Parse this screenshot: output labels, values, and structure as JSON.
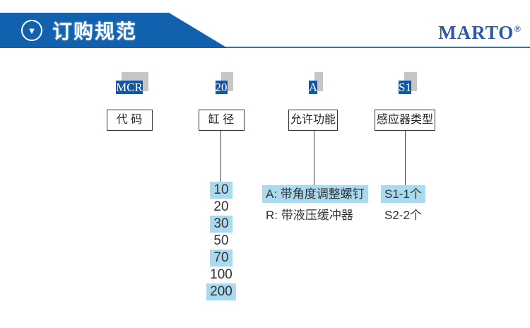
{
  "header": {
    "title": "订购规范",
    "icon": "circle-triangle-down-icon",
    "banner_color": "#1161ae",
    "underline_color": "#2e73ba",
    "brand": "MARTO",
    "brand_reg_mark": "®",
    "brand_color": "#2b5aa7"
  },
  "diagram": {
    "code_box_color": "#1256a4",
    "code_box_shadow_color": "#c6c6c6",
    "highlight_color": "#a9daf0",
    "columns": [
      {
        "code": "MCR",
        "label": "代 码",
        "options": []
      },
      {
        "code": "20",
        "label": "缸 径",
        "options": [
          {
            "label": "10",
            "highlighted": true
          },
          {
            "label": "20",
            "highlighted": false
          },
          {
            "label": "30",
            "highlighted": true
          },
          {
            "label": "50",
            "highlighted": false
          },
          {
            "label": "70",
            "highlighted": true
          },
          {
            "label": "100",
            "highlighted": false
          },
          {
            "label": "200",
            "highlighted": true
          }
        ]
      },
      {
        "code": "A",
        "label": "允许功能",
        "options": [
          {
            "label": "A: 带角度调整螺钉",
            "highlighted": true
          },
          {
            "label": "R: 带液压缓冲器",
            "highlighted": false
          }
        ]
      },
      {
        "code": "S1",
        "label": "感应器类型",
        "options": [
          {
            "label": "S1-1个",
            "highlighted": true
          },
          {
            "label": "S2-2个",
            "highlighted": false
          }
        ]
      }
    ]
  }
}
